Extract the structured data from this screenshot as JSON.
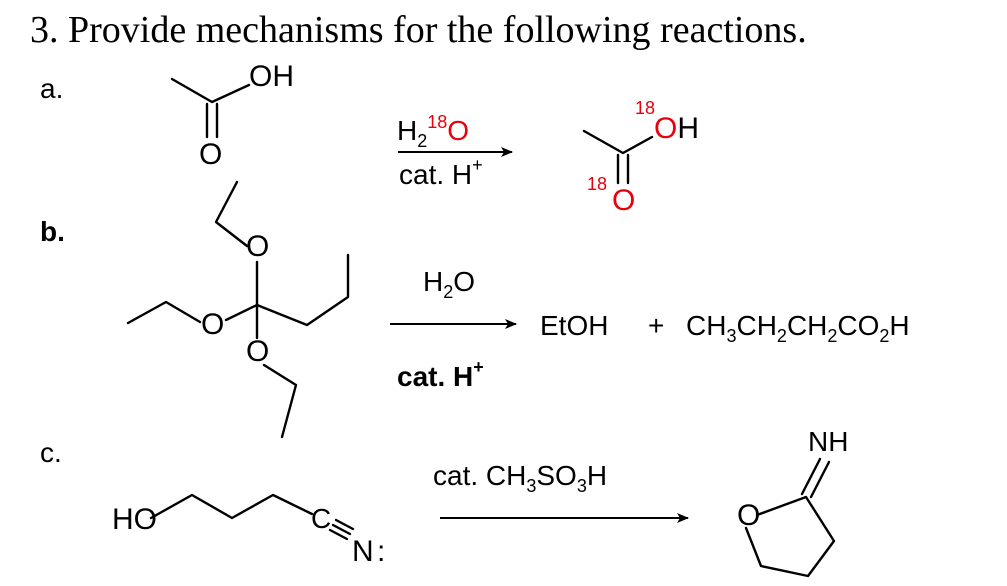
{
  "title": "3. Provide mechanisms for the following reactions.",
  "parts": [
    {
      "label": "a.",
      "reactant": {
        "atoms": [
          "OH",
          "O"
        ]
      },
      "reagent_top": {
        "element": "H",
        "subscript": "2",
        "isotope": "18",
        "isotope_atom": "O"
      },
      "reagent_bottom": {
        "text": "cat. H",
        "superscript": "+"
      },
      "product": {
        "atoms": [
          "18",
          "OH",
          "18",
          "O"
        ]
      }
    },
    {
      "label": "b.",
      "reactant": {
        "atoms": [
          "O",
          "O",
          "O"
        ]
      },
      "reagent_top": {
        "element": "H",
        "subscript": "2",
        "rest": "O"
      },
      "reagent_bottom": {
        "text": "cat. H",
        "superscript": "+"
      },
      "product_1": "EtOH",
      "plus": "+",
      "product_2": {
        "parts": [
          "CH",
          "3",
          "CH",
          "2",
          "CH",
          "2",
          "CO",
          "2",
          "H"
        ]
      }
    },
    {
      "label": "c.",
      "reactant": {
        "atoms": [
          "HO",
          "C",
          "N",
          ":"
        ]
      },
      "reagent_top": {
        "prefix": "cat. CH",
        "sub1": "3",
        "middle": "SO",
        "sub2": "3",
        "suffix": "H"
      },
      "product": {
        "atoms": [
          "NH",
          "O"
        ]
      }
    }
  ],
  "colors": {
    "isotope": "#e8000b",
    "ink": "#000000"
  }
}
